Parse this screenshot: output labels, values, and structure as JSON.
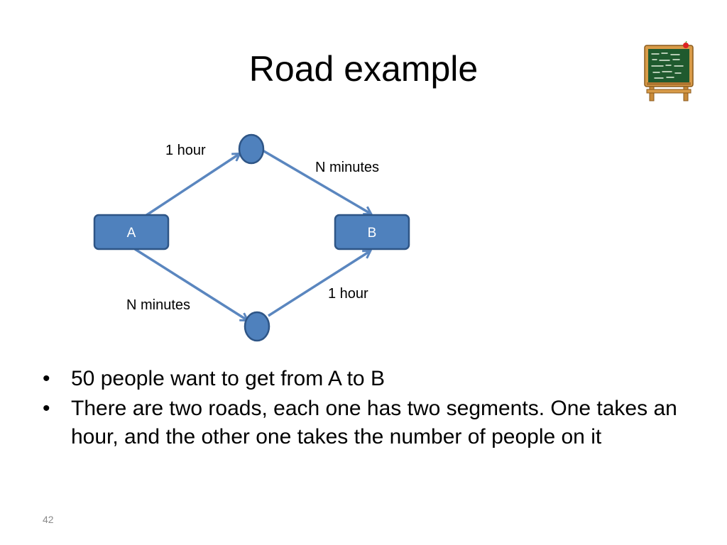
{
  "slide": {
    "title": "Road example",
    "number": "42"
  },
  "diagram": {
    "source_label": "A",
    "target_label": "B",
    "top_left_edge": "1 hour",
    "top_right_edge": "N minutes",
    "bottom_left_edge": "N minutes",
    "bottom_right_edge": "1 hour",
    "colors": {
      "node_fill": "#4f81bd",
      "node_stroke": "#2e5586",
      "edge": "#5a86bf"
    }
  },
  "bullets": [
    "50 people want to get from A to B",
    "There are two roads, each one has two segments. One takes an hour, and the other one takes the number of people on it"
  ],
  "icons": {
    "corner_decoration": "chalkboard-icon"
  }
}
